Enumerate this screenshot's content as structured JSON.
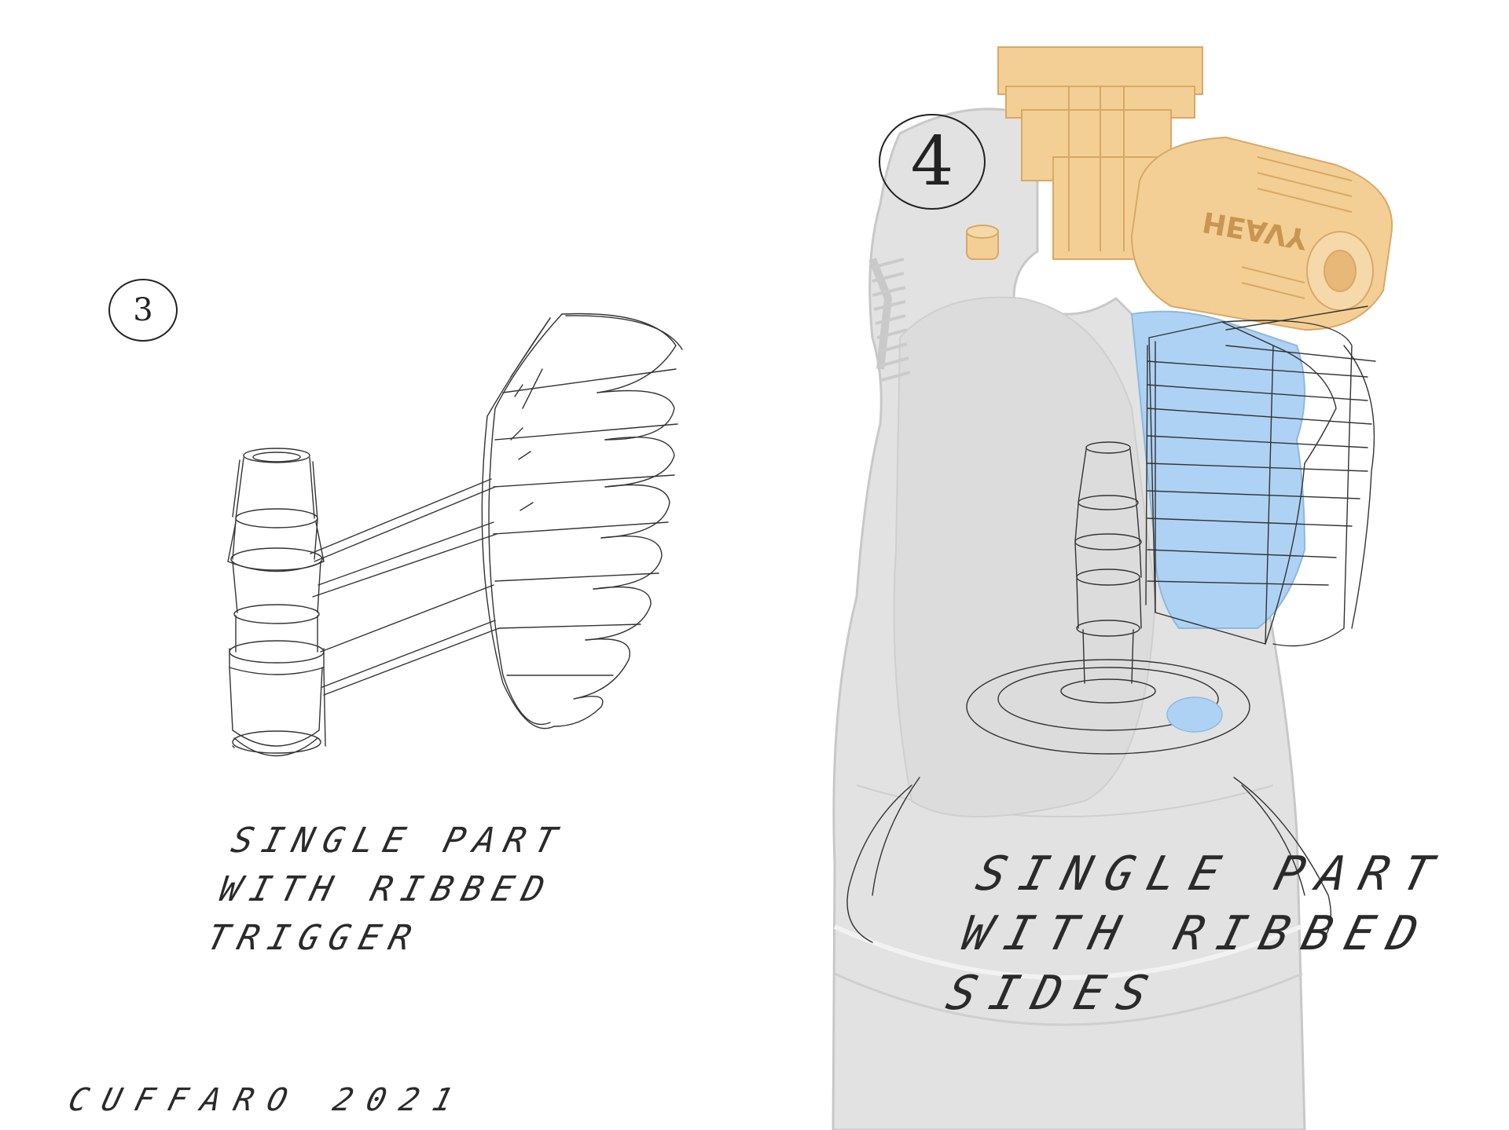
{
  "sketch3": {
    "number": "3",
    "caption": "SINGLE PART\nWITH RIBBED\nTRIGGER"
  },
  "sketch4": {
    "number": "4",
    "caption": "SINGLE PART\nWITH RIBBED\nSIDES",
    "valve_text": "HEAVY"
  },
  "signature": "CUFFARO 2021",
  "colors": {
    "ink": "#2a2a2a",
    "bottle_grey": "#d9d9d9",
    "valve_orange": "#f2c98a",
    "trigger_blue": "#aad0f2"
  }
}
